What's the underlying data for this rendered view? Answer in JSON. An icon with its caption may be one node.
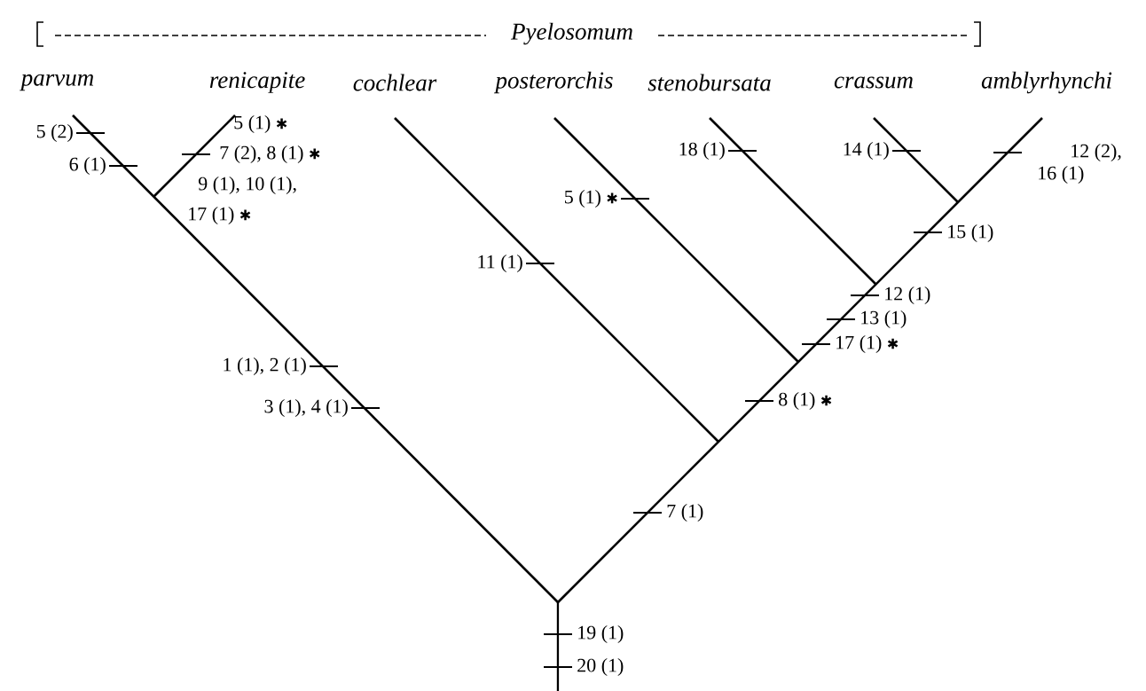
{
  "diagram": {
    "labels": [
      "Pyelosomum",
      "parvum",
      "renicapite",
      "cochlear",
      "posterorchis",
      "stenobursata",
      "crassum",
      "amblyrhynchi",
      "5 (2)",
      "5 (1) ✱",
      "6 (1)",
      "7 (2), 8 (1) ✱",
      "18 (1)",
      "14 (1)",
      "12 (2),",
      "9 (1), 10 (1),",
      "16 (1)",
      "17 (1) ✱",
      "5 (1) ✱",
      "15 (1)",
      "11 (1)",
      "12 (1)",
      "13 (1)",
      "17 (1) ✱",
      "1 (1), 2 (1)",
      "8 (1) ✱",
      "3 (1), 4 (1)",
      "7 (1)",
      "19 (1)",
      "20 (1)"
    ]
  }
}
